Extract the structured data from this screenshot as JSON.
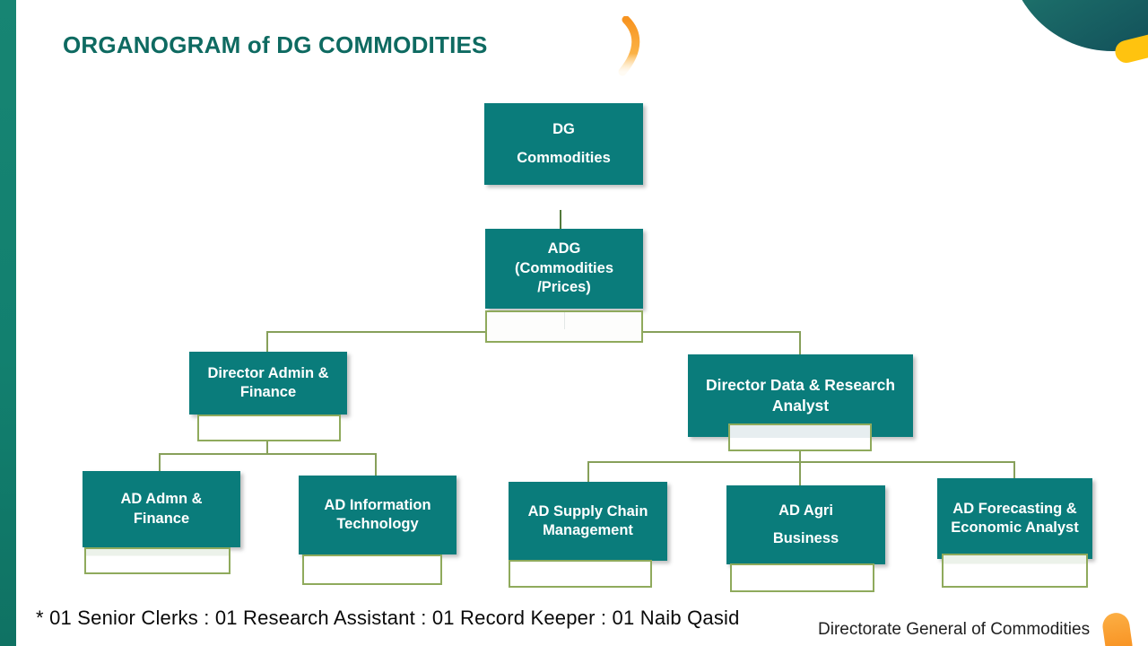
{
  "slide": {
    "title": "ORGANOGRAM of DG COMMODITIES",
    "footnote": "* 01 Senior Clerks : 01 Research Assistant : 01 Record Keeper : 01 Naib Qasid",
    "footer": "Directorate General of Commodities"
  },
  "org": {
    "dg": {
      "l1": "DG",
      "l2": "Commodities"
    },
    "adg": {
      "l1": "ADG",
      "l2": "(Commodities",
      "l3": "/Prices)"
    },
    "dir_admin": {
      "l1": "Director Admin &",
      "l2": "Finance"
    },
    "dir_data": {
      "l1": "Director Data & Research",
      "l2": "Analyst"
    },
    "ad_admn": {
      "l1": "AD Admn &",
      "l2": "Finance"
    },
    "ad_it": {
      "l1": "AD Information",
      "l2": "Technology"
    },
    "ad_scm": {
      "l1": "AD Supply Chain",
      "l2": "Management"
    },
    "ad_agri": {
      "l1": "AD Agri",
      "l2": "Business"
    },
    "ad_fea": {
      "l1": "AD Forecasting &",
      "l2": "Economic Analyst"
    }
  },
  "colors": {
    "box_teal": "#0A7C7B",
    "title_teal": "#0E6A61",
    "connector_olive": "#87A05A",
    "cell_border_olive": "#8FAA5C",
    "left_bar_teal": "#12806F",
    "corner_teal_dark": "#124F59",
    "corner_teal_light": "#2F9C77",
    "accent_yellow": "#FFC30F",
    "accent_orange": "#F78C1B"
  }
}
